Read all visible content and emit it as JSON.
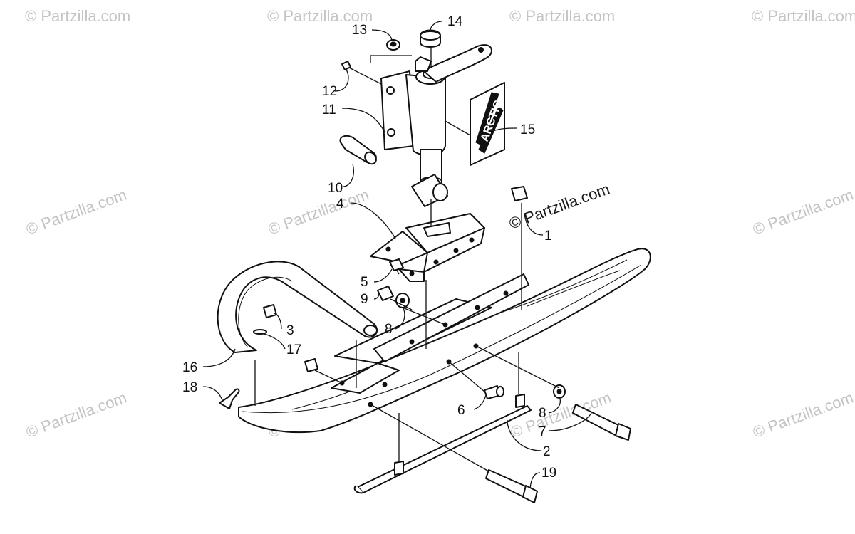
{
  "watermarks": {
    "faint": "© Partzilla.com",
    "main": "© Partzilla.com"
  },
  "callouts": {
    "c1": "1",
    "c2": "2",
    "c3": "3",
    "c4": "4",
    "c5": "5",
    "c6": "6",
    "c7": "7",
    "c8a": "8",
    "c8b": "8",
    "c9": "9",
    "c10": "10",
    "c11": "11",
    "c12": "12",
    "c13": "13",
    "c14": "14",
    "c15": "15",
    "c16": "16",
    "c17": "17",
    "c18": "18",
    "c19": "19"
  },
  "decal_text": "ARCTIC",
  "colors": {
    "ink": "#111111",
    "watermark": "#c4c4c4",
    "paper": "#ffffff"
  }
}
